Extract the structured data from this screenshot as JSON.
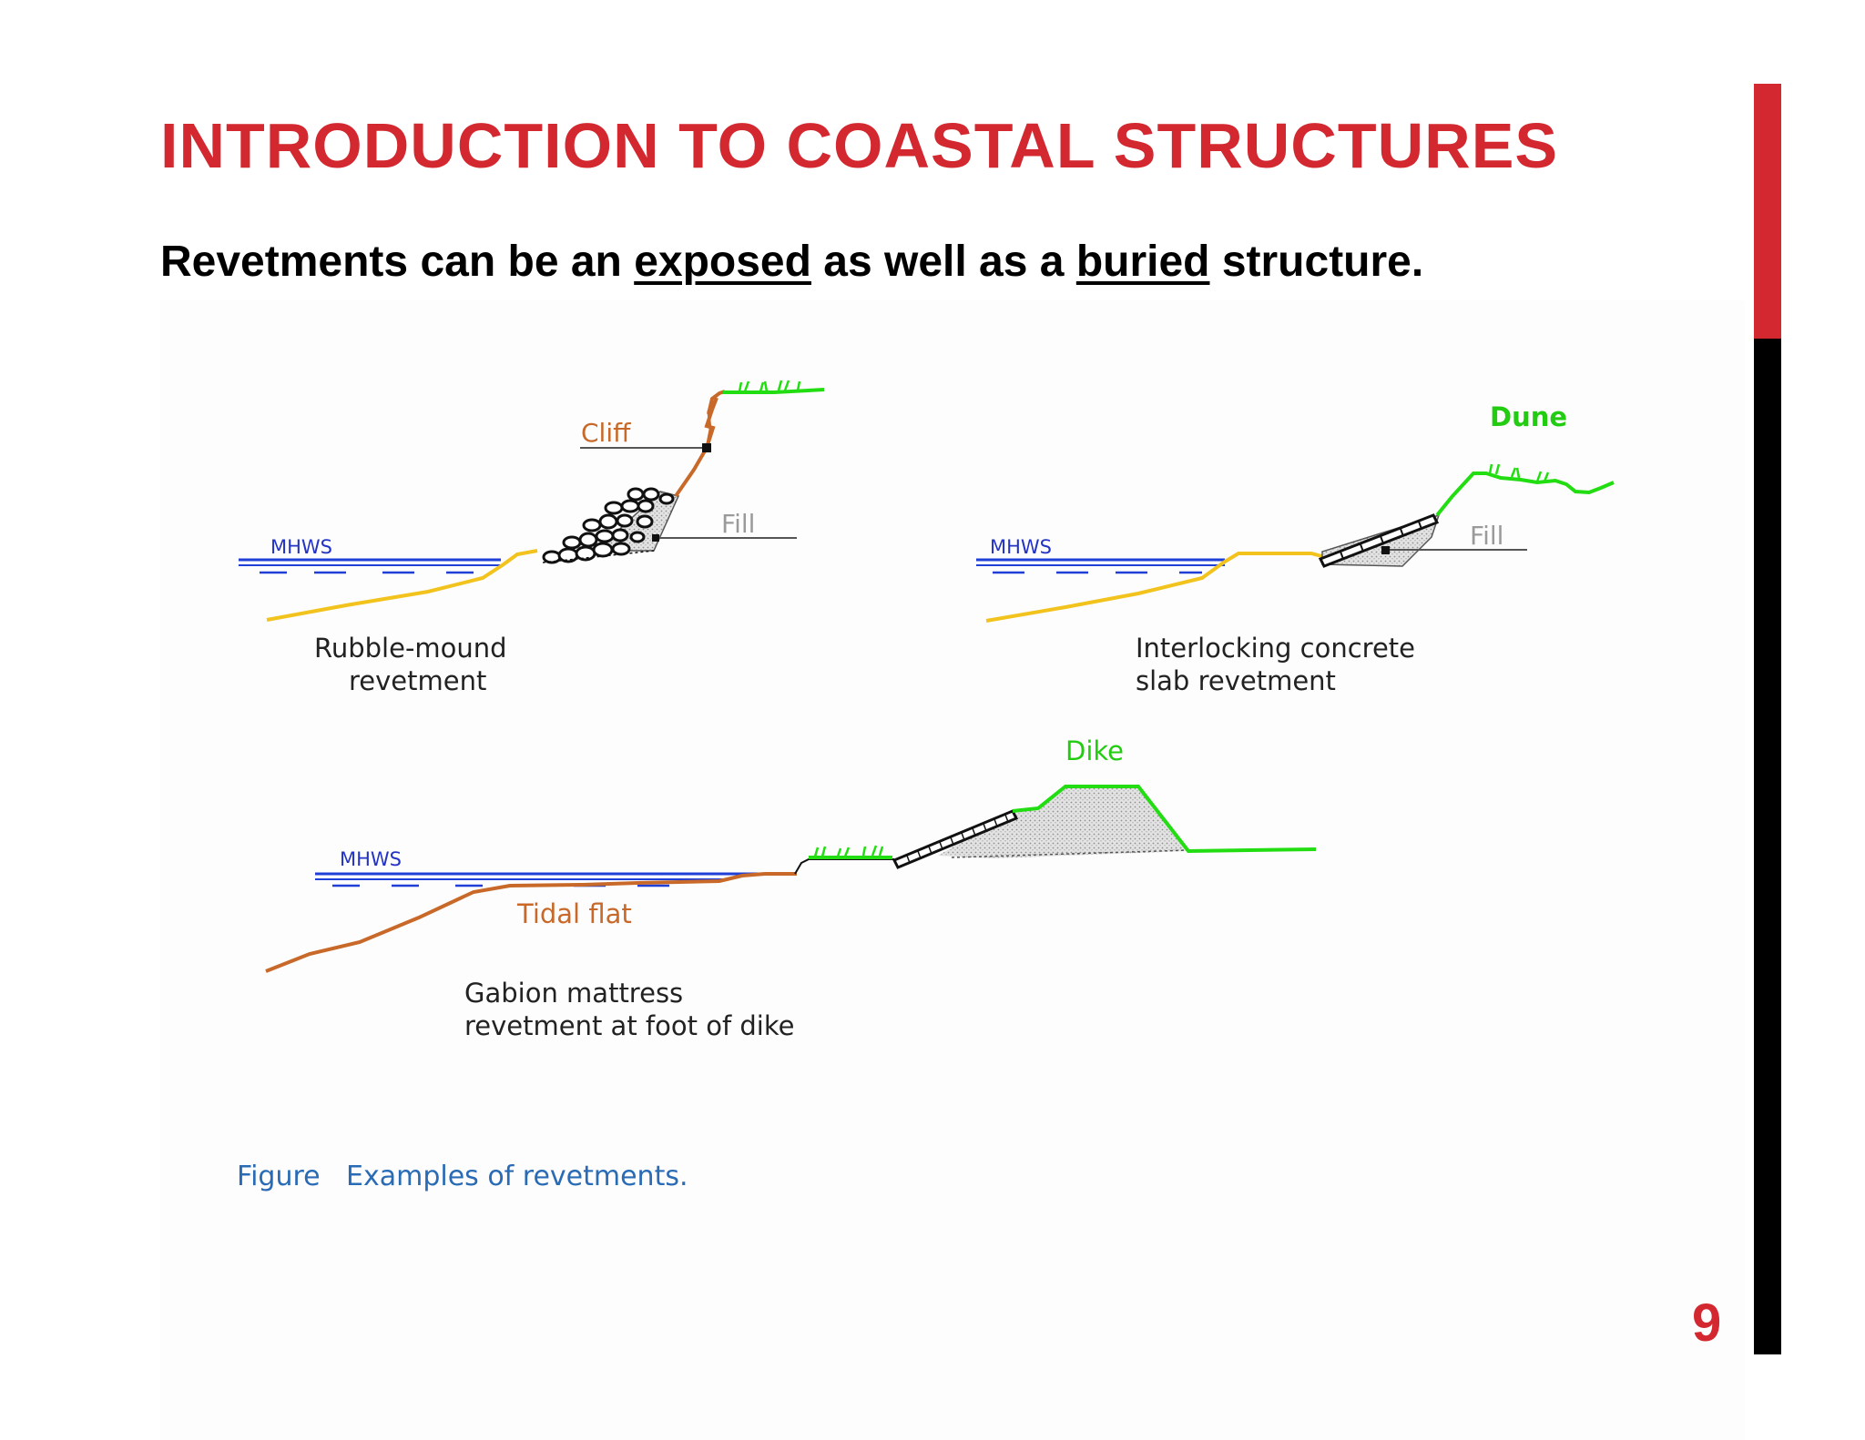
{
  "slide": {
    "title": "INTRODUCTION TO COASTAL STRUCTURES",
    "subtitle": {
      "part1": "Revetments can be an ",
      "emph1": "exposed",
      "part2": " as well as a ",
      "emph2": "buried",
      "part3": " structure."
    },
    "page_number": "9"
  },
  "figure": {
    "panel1": {
      "mhws": "MHWS",
      "cliff": "Cliff",
      "fill": "Fill",
      "caption_line1": "Rubble-mound",
      "caption_line2": "revetment"
    },
    "panel2": {
      "mhws": "MHWS",
      "dune": "Dune",
      "fill": "Fill",
      "caption_line1": "Interlocking concrete",
      "caption_line2": "slab revetment"
    },
    "panel3": {
      "mhws": "MHWS",
      "dike": "Dike",
      "tidal_flat": "Tidal flat",
      "caption_line1": "Gabion mattress",
      "caption_line2": "revetment at foot of dike"
    },
    "caption": {
      "label": "Figure",
      "text": "Examples of revetments."
    }
  },
  "colors": {
    "title_red": "#d3282f",
    "water_blue": "#1f3fd6",
    "sand_yellow": "#f2c21d",
    "cliff_brown": "#c8692a",
    "vegetation_green": "#22dd11",
    "fill_gray": "#9a9a9a",
    "caption_blue": "#2a6bb5"
  }
}
